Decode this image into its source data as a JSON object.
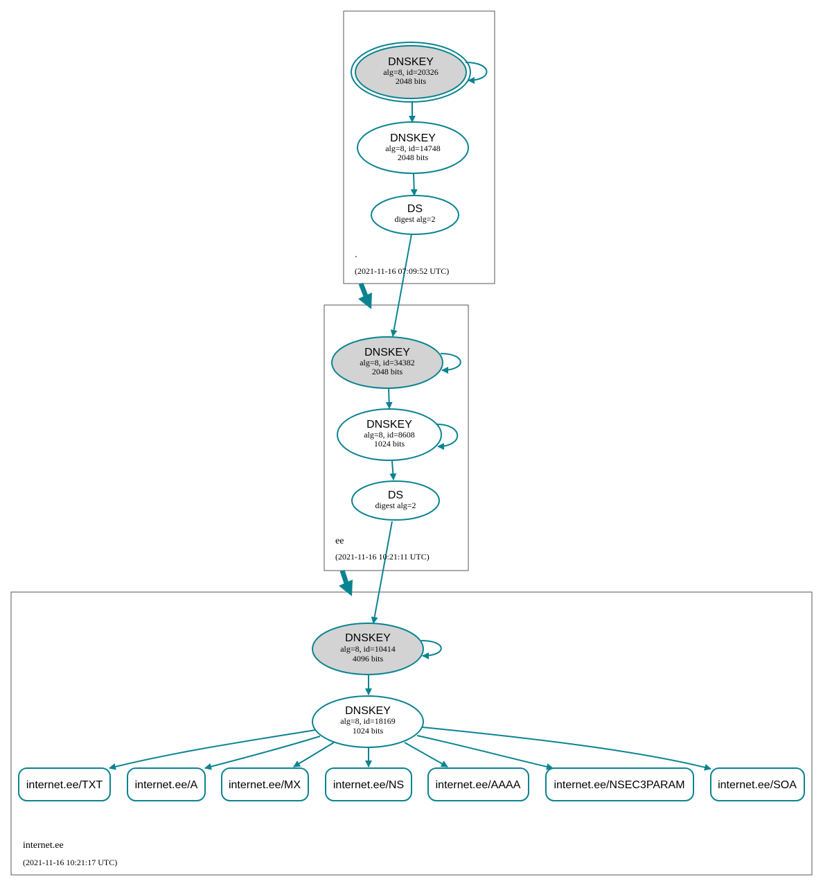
{
  "zones": {
    "root": {
      "name": ".",
      "timestamp": "(2021-11-16 07:09:52 UTC)",
      "ksk": {
        "title": "DNSKEY",
        "line1": "alg=8, id=20326",
        "line2": "2048 bits"
      },
      "zsk": {
        "title": "DNSKEY",
        "line1": "alg=8, id=14748",
        "line2": "2048 bits"
      },
      "ds": {
        "title": "DS",
        "line1": "digest alg=2"
      }
    },
    "ee": {
      "name": "ee",
      "timestamp": "(2021-11-16 10:21:11 UTC)",
      "ksk": {
        "title": "DNSKEY",
        "line1": "alg=8, id=34382",
        "line2": "2048 bits"
      },
      "zsk": {
        "title": "DNSKEY",
        "line1": "alg=8, id=8608",
        "line2": "1024 bits"
      },
      "ds": {
        "title": "DS",
        "line1": "digest alg=2"
      }
    },
    "internet": {
      "name": "internet.ee",
      "timestamp": "(2021-11-16 10:21:17 UTC)",
      "ksk": {
        "title": "DNSKEY",
        "line1": "alg=8, id=10414",
        "line2": "4096 bits"
      },
      "zsk": {
        "title": "DNSKEY",
        "line1": "alg=8, id=18169",
        "line2": "1024 bits"
      },
      "rrsets": [
        "internet.ee/TXT",
        "internet.ee/A",
        "internet.ee/MX",
        "internet.ee/NS",
        "internet.ee/AAAA",
        "internet.ee/NSEC3PARAM",
        "internet.ee/SOA"
      ]
    }
  },
  "colors": {
    "edge": "#0a8391",
    "ksk_fill": "#d3d3d3",
    "zone_border": "#555555"
  }
}
